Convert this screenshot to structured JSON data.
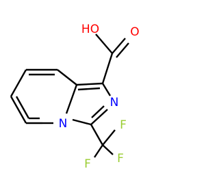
{
  "molecule": {
    "name": "",
    "atom_labels": {
      "hydroxyl": "HO",
      "carbonyl_oxygen": "O",
      "ring_nitrogen_bridgehead": "N",
      "ring_nitrogen_imidazole": "N",
      "fluorine_1": "F",
      "fluorine_2": "F",
      "fluorine_3": "F"
    },
    "colors": {
      "oxygen": "#ff0000",
      "nitrogen": "#0000ff",
      "fluorine": "#9acd32",
      "bond": "#000000"
    }
  }
}
